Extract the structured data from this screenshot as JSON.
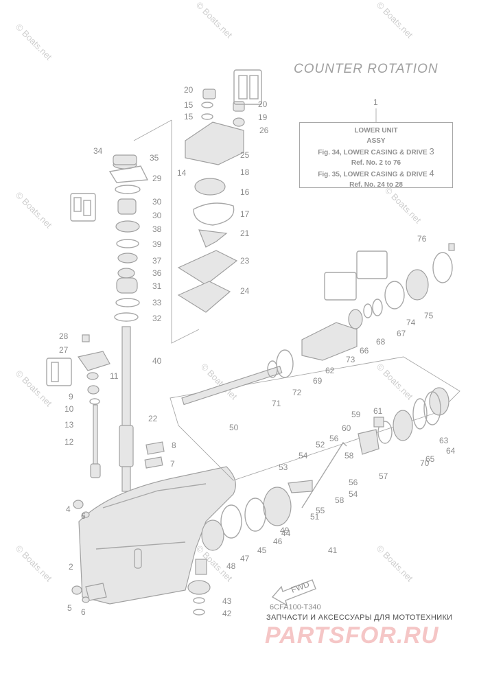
{
  "diagram": {
    "title": "COUNTER ROTATION",
    "reference_box": {
      "number": "1",
      "line1": "LOWER UNIT",
      "line2": "ASSY",
      "line3": "Fig. 34, LOWER CASING & DRIVE",
      "line3_num": "3",
      "line4": "Ref. No. 2 to 76",
      "line5": "Fig. 35, LOWER CASING & DRIVE",
      "line5_num": "4",
      "line6": "Ref. No. 24 to 28"
    },
    "diagram_code": "6CFA100-T340",
    "watermark": "© Boats.net",
    "fwd_label": "FWD"
  },
  "footer": {
    "shop_text": "ЗАПЧАСТИ И АКСЕССУАРЫ ДЛЯ МОТОТЕХНИКИ",
    "brand": "PARTSFOR.RU"
  },
  "callouts": [
    "2",
    "4",
    "5",
    "6",
    "6",
    "7",
    "8",
    "9",
    "10",
    "11",
    "12",
    "13",
    "14",
    "15",
    "15",
    "16",
    "17",
    "18",
    "19",
    "20",
    "20",
    "21",
    "22",
    "23",
    "24",
    "25",
    "26",
    "27",
    "28",
    "29",
    "30",
    "30",
    "31",
    "32",
    "33",
    "34",
    "35",
    "36",
    "37",
    "38",
    "39",
    "40",
    "41",
    "42",
    "43",
    "44",
    "45",
    "46",
    "47",
    "48",
    "49",
    "50",
    "51",
    "52",
    "53",
    "54",
    "54",
    "55",
    "56",
    "56",
    "57",
    "58",
    "58",
    "59",
    "60",
    "61",
    "62",
    "63",
    "64",
    "65",
    "66",
    "67",
    "68",
    "69",
    "70",
    "71",
    "72",
    "73",
    "74",
    "75",
    "76"
  ]
}
